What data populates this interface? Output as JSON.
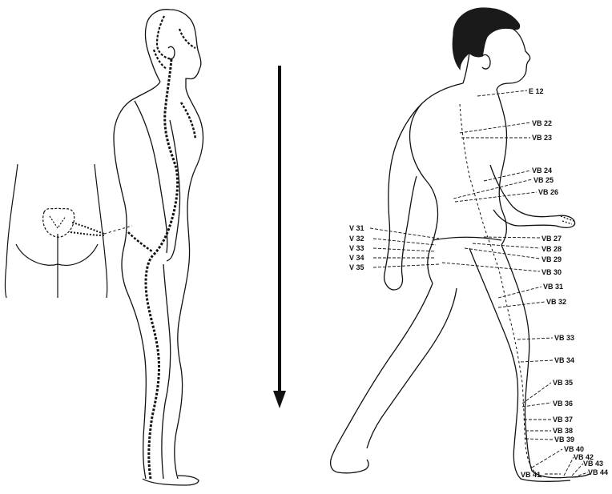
{
  "colors": {
    "ink": "#111111",
    "background": "#ffffff",
    "hair": "#1a1a1a"
  },
  "arrow": {
    "direction": "down"
  },
  "right_labels": [
    {
      "id": "e12",
      "text": "E 12"
    },
    {
      "id": "vb22",
      "text": "VB 22"
    },
    {
      "id": "vb23",
      "text": "VB 23"
    },
    {
      "id": "vb24",
      "text": "VB 24"
    },
    {
      "id": "vb25",
      "text": "VB 25"
    },
    {
      "id": "vb26",
      "text": "VB 26"
    },
    {
      "id": "vb27",
      "text": "VB 27"
    },
    {
      "id": "vb28",
      "text": "VB 28"
    },
    {
      "id": "vb29",
      "text": "VB 29"
    },
    {
      "id": "vb30",
      "text": "VB 30"
    },
    {
      "id": "vb31",
      "text": "VB 31"
    },
    {
      "id": "vb32",
      "text": "VB 32"
    },
    {
      "id": "vb33",
      "text": "VB 33"
    },
    {
      "id": "vb34",
      "text": "VB 34"
    },
    {
      "id": "vb35",
      "text": "VB 35"
    },
    {
      "id": "vb36",
      "text": "VB 36"
    },
    {
      "id": "vb37",
      "text": "VB 37"
    },
    {
      "id": "vb38",
      "text": "VB 38"
    },
    {
      "id": "vb39",
      "text": "VB 39"
    },
    {
      "id": "vb40",
      "text": "VB 40"
    },
    {
      "id": "vb41",
      "text": "VB 41"
    },
    {
      "id": "vb42",
      "text": "VB 42"
    },
    {
      "id": "vb43",
      "text": "VB 43"
    },
    {
      "id": "vb44",
      "text": "VB 44"
    }
  ],
  "left_labels": [
    {
      "id": "v31",
      "text": "V 31"
    },
    {
      "id": "v32",
      "text": "V 32"
    },
    {
      "id": "v33",
      "text": "V 33"
    },
    {
      "id": "v34",
      "text": "V 34"
    },
    {
      "id": "v35",
      "text": "V 35"
    }
  ]
}
